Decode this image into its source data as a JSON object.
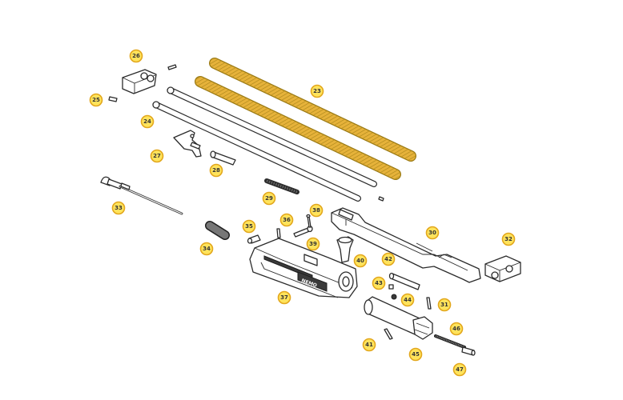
{
  "labels": {
    "p23": "23",
    "p24": "24",
    "p25": "25",
    "p26": "26",
    "p27": "27",
    "p28": "28",
    "p29": "29",
    "p30": "30",
    "p31": "31",
    "p32": "32",
    "p33": "33",
    "p34": "34",
    "p35": "35",
    "p36": "36",
    "p37": "37",
    "p38": "38",
    "p39": "39",
    "p40": "40",
    "p41": "41",
    "p42": "42",
    "p43": "43",
    "p44": "44",
    "p45": "45",
    "p46": "46",
    "p47": "47"
  },
  "carrier_stamp": "NEMO"
}
